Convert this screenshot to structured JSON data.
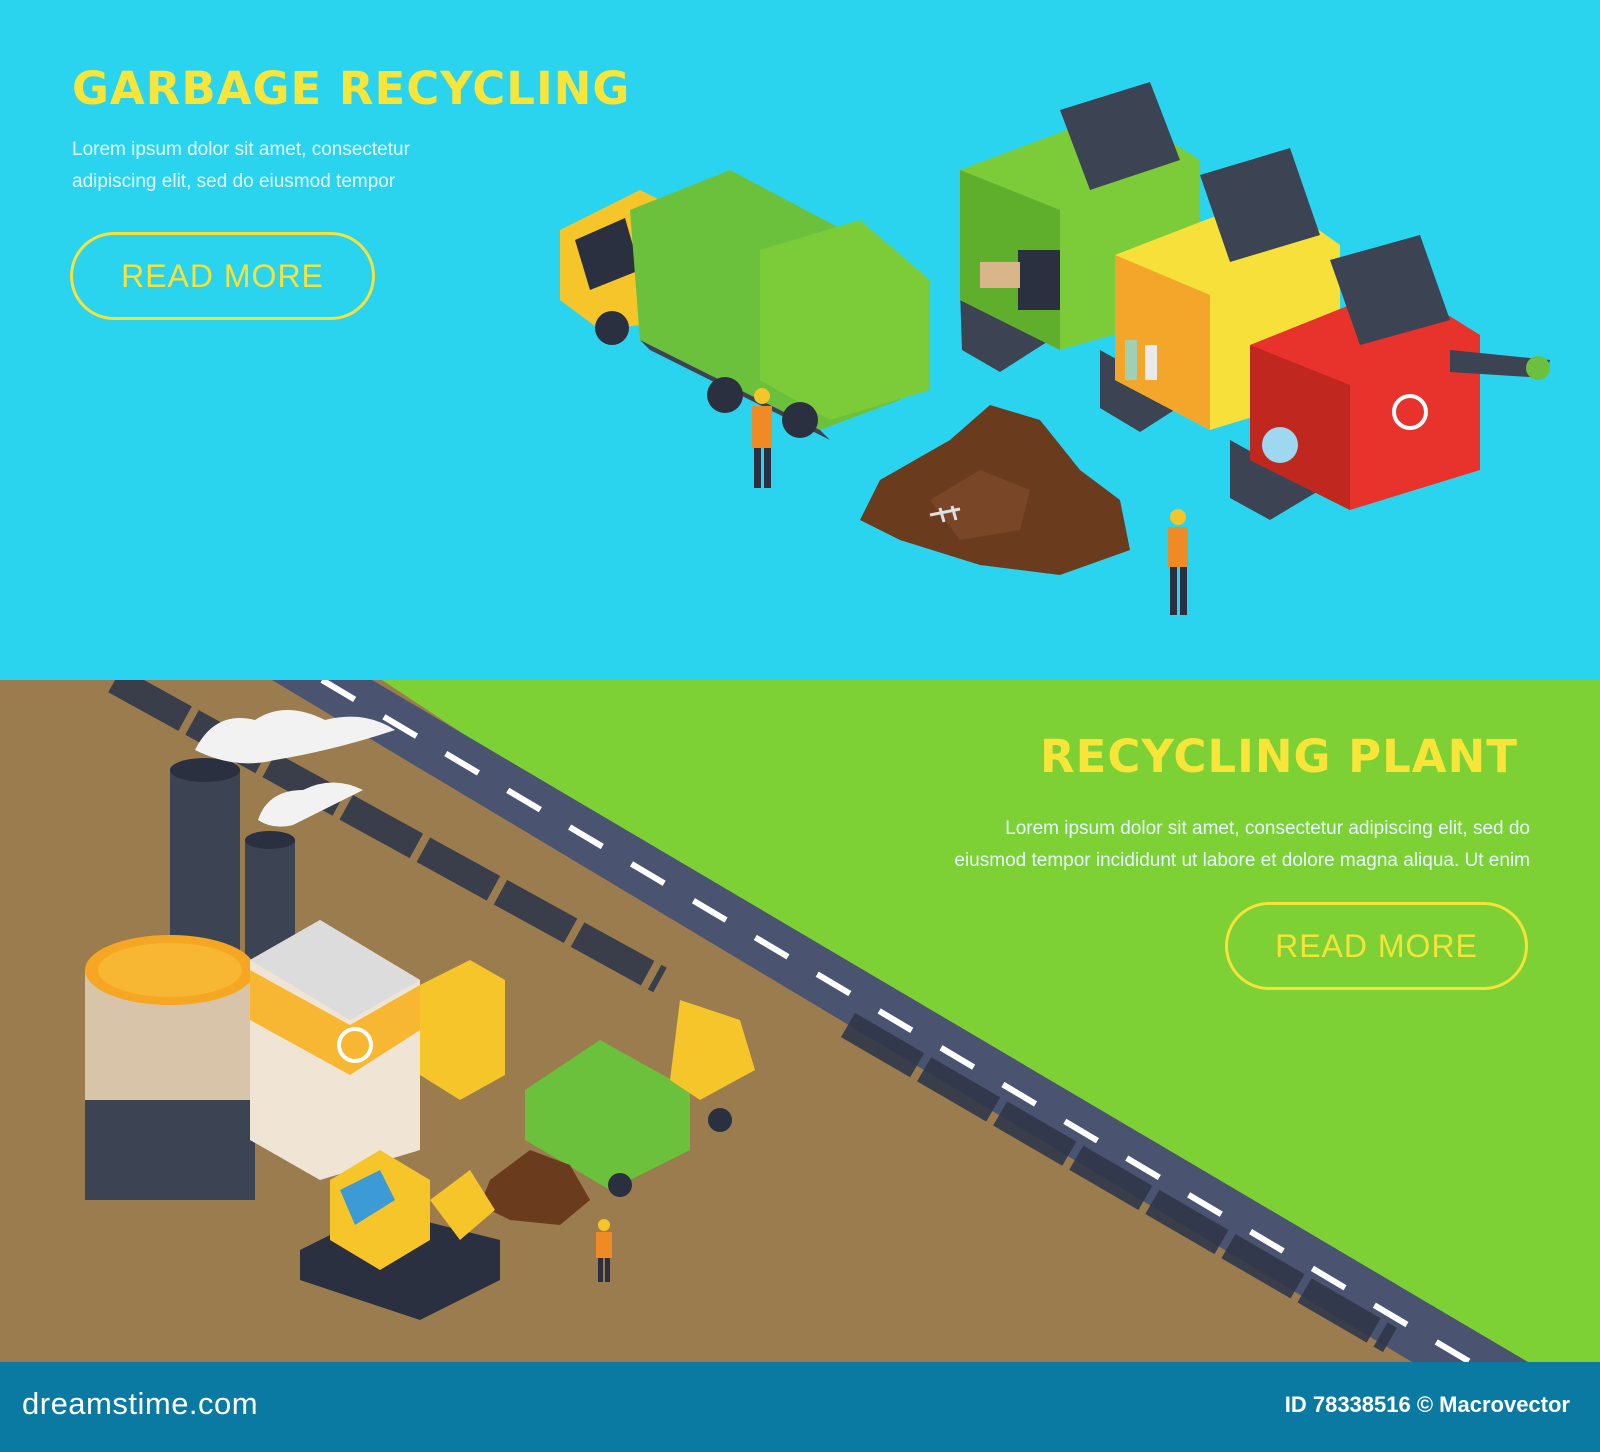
{
  "banners": {
    "top": {
      "headline": "GARBAGE RECYCLING",
      "body_line1": "Lorem ipsum dolor sit amet, consectetur",
      "body_line2": "adipiscing elit, sed do eiusmod tempor",
      "button_label": "READ MORE"
    },
    "bottom": {
      "headline": "RECYCLING PLANT",
      "body_line1": "Lorem ipsum dolor sit amet, consectetur adipiscing elit, sed do",
      "body_line2": "eiusmod tempor incididunt ut labore et dolore magna aliqua. Ut enim",
      "button_label": "READ MORE"
    }
  },
  "footer": {
    "brand": "dreamstime.com",
    "credit": "ID 78338516 © Macrovector"
  },
  "colors": {
    "sky": "#2ad4ef",
    "grass": "#7dd134",
    "dirt": "#9b7c4e",
    "headline": "#f7e53a",
    "truck_green": "#6cc13c",
    "cab_yellow": "#f5c52a",
    "bin_red": "#e8322c",
    "footer": "#0a7aa2"
  },
  "icons": [
    "recycle-icon",
    "truck-icon",
    "factory-icon",
    "excavator-icon",
    "worker-icon",
    "sorting-machine-icon"
  ]
}
